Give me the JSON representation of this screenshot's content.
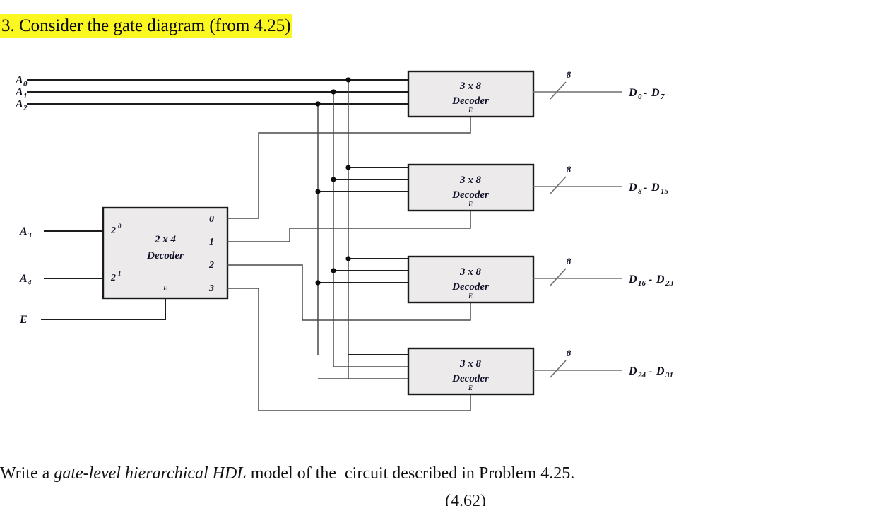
{
  "heading": {
    "text": "3. Consider the gate diagram (from 4.25)",
    "highlight_color": "#fbf720"
  },
  "caption": {
    "prefix": "Write a ",
    "emphasis": "gate-level hierarchical HDL",
    "suffix": " model of the  circuit described in Problem 4.25.",
    "equation_number": "(4.62)"
  },
  "diagram": {
    "inputs": [
      {
        "name": "A",
        "sub": "0"
      },
      {
        "name": "A",
        "sub": "1"
      },
      {
        "name": "A",
        "sub": "2"
      },
      {
        "name": "A",
        "sub": "3"
      },
      {
        "name": "A",
        "sub": "4"
      },
      {
        "name": "E",
        "sub": ""
      }
    ],
    "selector": {
      "title": "2 x 4",
      "subtitle": "Decoder",
      "enable_label": "E",
      "input_ports": [
        {
          "base": "2",
          "exp": "0"
        },
        {
          "base": "2",
          "exp": "1"
        }
      ],
      "output_ports": [
        "0",
        "1",
        "2",
        "3"
      ]
    },
    "decoders": [
      {
        "title": "3 x 8",
        "subtitle": "Decoder",
        "enable_label": "E",
        "bus_width": "8",
        "output": {
          "from_name": "D",
          "from_sub": "0",
          "dash": "-",
          "to_name": "D",
          "to_sub": "7"
        }
      },
      {
        "title": "3 x 8",
        "subtitle": "Decoder",
        "enable_label": "E",
        "bus_width": "8",
        "output": {
          "from_name": "D",
          "from_sub": "8",
          "dash": "-",
          "to_name": "D",
          "to_sub": "15"
        }
      },
      {
        "title": "3 x 8",
        "subtitle": "Decoder",
        "enable_label": "E",
        "bus_width": "8",
        "output": {
          "from_name": "D",
          "from_sub": "16",
          "dash": "-",
          "to_name": "D",
          "to_sub": "23"
        }
      },
      {
        "title": "3 x 8",
        "subtitle": "Decoder",
        "enable_label": "E",
        "bus_width": "8",
        "output": {
          "from_name": "D",
          "from_sub": "24",
          "dash": "-",
          "to_name": "D",
          "to_sub": "31"
        }
      }
    ],
    "colors": {
      "chip_fill": "#eceaea",
      "chip_border": "#1a1a1a",
      "wire_dark": "#1c1c1c",
      "wire_light": "#6f6f6f"
    }
  }
}
